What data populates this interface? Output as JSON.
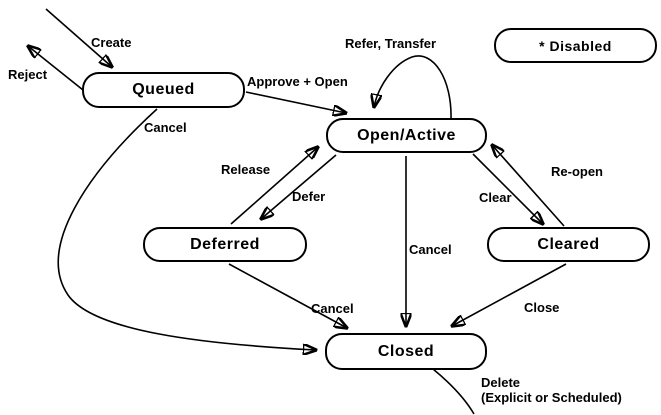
{
  "diagram": {
    "type": "state-diagram",
    "line_color": "#000000",
    "background_color": "#ffffff",
    "states": {
      "queued": {
        "label": "Queued"
      },
      "open": {
        "label": "Open/Active"
      },
      "deferred": {
        "label": "Deferred"
      },
      "cleared": {
        "label": "Cleared"
      },
      "closed": {
        "label": "Closed"
      },
      "disabled": {
        "label": "* Disabled"
      }
    },
    "edges": {
      "create": {
        "label": "Create",
        "from": "(start)",
        "to": "Queued"
      },
      "reject": {
        "label": "Reject",
        "from": "Queued",
        "to": "(exit)"
      },
      "approve": {
        "label": "Approve + Open",
        "from": "Queued",
        "to": "Open/Active"
      },
      "refer": {
        "label": "Refer, Transfer",
        "from": "Open/Active",
        "to": "Open/Active"
      },
      "cancel_queued": {
        "label": "Cancel",
        "from": "Queued",
        "to": "Closed"
      },
      "release": {
        "label": "Release",
        "from": "Deferred",
        "to": "Open/Active"
      },
      "defer": {
        "label": "Defer",
        "from": "Open/Active",
        "to": "Deferred"
      },
      "clear": {
        "label": "Clear",
        "from": "Open/Active",
        "to": "Cleared"
      },
      "reopen": {
        "label": "Re-open",
        "from": "Cleared",
        "to": "Open/Active"
      },
      "cancel_open": {
        "label": "Cancel",
        "from": "Open/Active",
        "to": "Closed"
      },
      "cancel_deferred": {
        "label": "Cancel",
        "from": "Deferred",
        "to": "Closed"
      },
      "close": {
        "label": "Close",
        "from": "Cleared",
        "to": "Closed"
      },
      "delete": {
        "label": "Delete",
        "label2": "(Explicit or Scheduled)",
        "from": "Closed",
        "to": "(exit)"
      }
    }
  }
}
